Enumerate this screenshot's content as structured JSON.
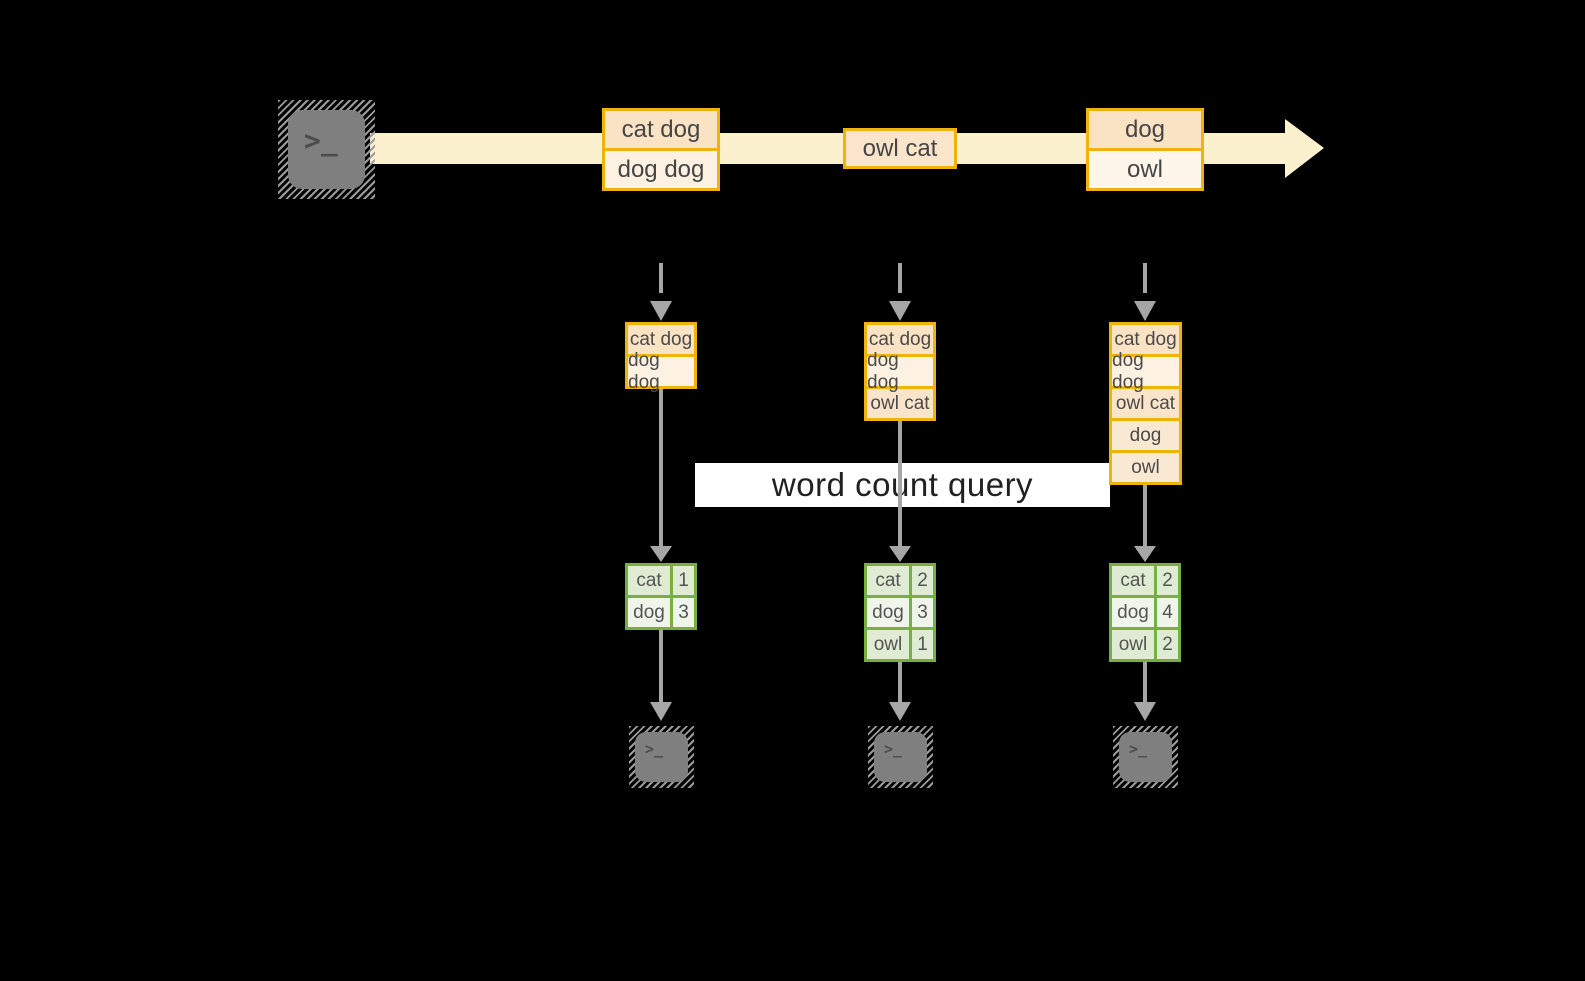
{
  "banner": {
    "label": "word count query"
  },
  "stream": {
    "events": [
      {
        "rows": [
          "cat dog",
          "dog dog"
        ]
      },
      {
        "rows": [
          "owl cat"
        ]
      },
      {
        "rows": [
          "dog",
          "owl"
        ]
      }
    ]
  },
  "tasks": [
    {
      "buffer": [
        "cat dog",
        "dog dog"
      ],
      "counts": [
        {
          "word": "cat",
          "value": "1"
        },
        {
          "word": "dog",
          "value": "3"
        }
      ]
    },
    {
      "buffer": [
        "cat dog",
        "dog dog",
        "owl cat"
      ],
      "counts": [
        {
          "word": "cat",
          "value": "2"
        },
        {
          "word": "dog",
          "value": "3"
        },
        {
          "word": "owl",
          "value": "1"
        }
      ]
    },
    {
      "buffer": [
        "cat dog",
        "dog dog",
        "owl cat",
        "dog",
        "owl"
      ],
      "counts": [
        {
          "word": "cat",
          "value": "2"
        },
        {
          "word": "dog",
          "value": "4"
        },
        {
          "word": "owl",
          "value": "2"
        }
      ]
    }
  ],
  "icons": {
    "terminal_glyph": ">_"
  },
  "colors": {
    "background": "#000000",
    "stream_arrow": "#FBF1CF",
    "event_border": "#F0B30C",
    "event_fill_dark": "#FAE2C4",
    "event_fill_light": "#FDF2E1",
    "table_border": "#76B041",
    "table_fill_dark": "#E0EBD3",
    "table_fill_light": "#F0F5EB",
    "connector_gray": "#A6A6A6",
    "banner_bg": "#FFFFFF",
    "terminal_gray": "#7F7F7F"
  }
}
